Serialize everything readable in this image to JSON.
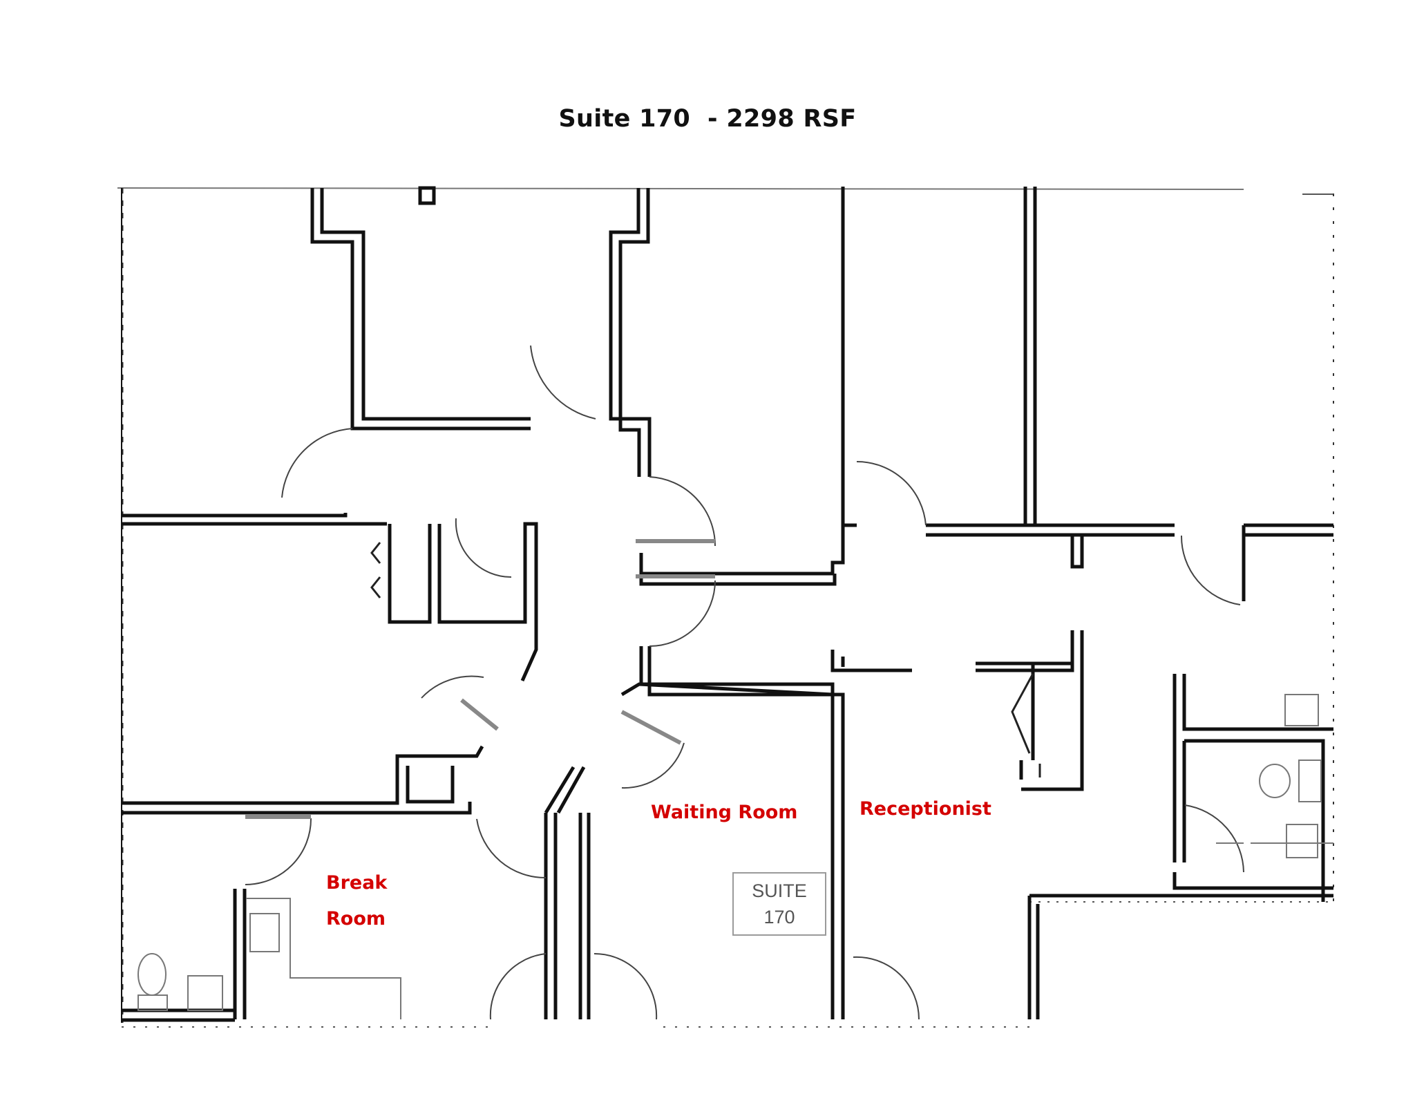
{
  "title": "Suite 170  - 2298 RSF",
  "rooms": [
    {
      "id": "waiting-room",
      "label": "Waiting Room"
    },
    {
      "id": "receptionist",
      "label": "Receptionist"
    },
    {
      "id": "break-room",
      "label_line1": "Break",
      "label_line2": "Room"
    }
  ],
  "suite_tag": {
    "line1": "SUITE",
    "line2": "170"
  },
  "colors": {
    "label_red": "#d40000",
    "wall": "#111111",
    "background": "#ffffff"
  }
}
